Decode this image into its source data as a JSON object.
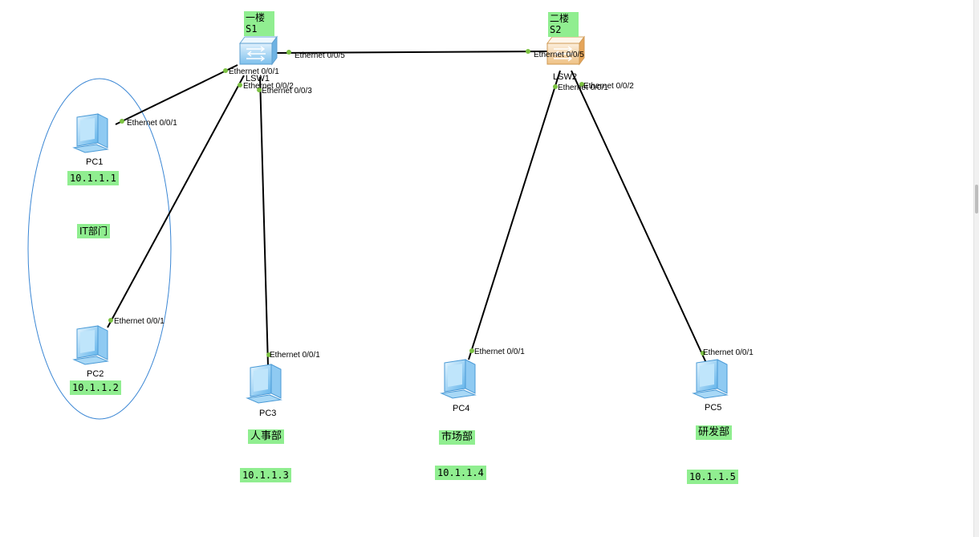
{
  "switches": [
    {
      "name": "LSW1",
      "floor": "一楼",
      "id": "S1"
    },
    {
      "name": "LSW2",
      "floor": "二楼",
      "id": "S2"
    }
  ],
  "pcs": [
    {
      "name": "PC1",
      "ip": "10.1.1.1"
    },
    {
      "name": "PC2",
      "ip": "10.1.1.2"
    },
    {
      "name": "PC3",
      "ip": "10.1.1.3"
    },
    {
      "name": "PC4",
      "ip": "10.1.1.4"
    },
    {
      "name": "PC5",
      "ip": "10.1.1.5"
    }
  ],
  "departments": {
    "it": "IT部门",
    "hr": "人事部",
    "market": "市场部",
    "rd": "研发部"
  },
  "ports": {
    "lsw1_uplink": "Ethernet 0/0/5",
    "lsw2_uplink": "Ethernet 0/0/5",
    "lsw1_pc1": "Ethernet 0/0/1",
    "lsw1_pc2": "Ethernet 0/0/2",
    "lsw1_pc3": "Ethernet 0/0/3",
    "lsw2_pc4": "Ethernet 0/0/1",
    "lsw2_pc5": "Ethernet 0/0/2",
    "pc1": "Ethernet 0/0/1",
    "pc2": "Ethernet 0/0/1",
    "pc3": "Ethernet 0/0/1",
    "pc4": "Ethernet 0/0/1",
    "pc5": "Ethernet 0/0/1"
  },
  "colors": {
    "label_bg": "#90ee90",
    "link": "#000000",
    "port_dot": "#7cc242",
    "group_ellipse": "#3a86d4",
    "switch1": "#9fd0f2",
    "switch2": "#f3cf96"
  }
}
